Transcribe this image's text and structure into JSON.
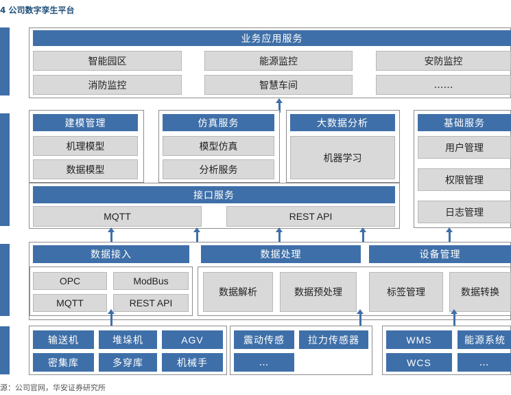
{
  "title": "4 公司数字孪生平台",
  "source": "源：公司官网，华安证券研究所",
  "colors": {
    "header_blue": "#3f6fa8",
    "cell_gray": "#d9d9d9",
    "border": "#8c8c8c"
  },
  "application": {
    "header": "业务应用服务",
    "items": [
      "智能园区",
      "能源监控",
      "安防监控",
      "消防监控",
      "智慧车间",
      "……"
    ]
  },
  "modeling": {
    "header": "建模管理",
    "items": [
      "机理模型",
      "数据模型"
    ]
  },
  "simulation": {
    "header": "仿真服务",
    "items": [
      "模型仿真",
      "分析服务"
    ]
  },
  "bigdata": {
    "header": "大数据分析",
    "items": [
      "机器学习"
    ]
  },
  "basic": {
    "header": "基础服务",
    "items": [
      "用户管理",
      "权限管理",
      "日志管理"
    ]
  },
  "interface": {
    "header": "接口服务",
    "items": [
      "MQTT",
      "REST API"
    ]
  },
  "ingest": {
    "header": "数据接入",
    "items": [
      "OPC",
      "ModBus",
      "MQTT",
      "REST API"
    ]
  },
  "processing": {
    "header": "数据处理",
    "items": [
      "数据解析",
      "数据预处理"
    ]
  },
  "device": {
    "header": "设备管理",
    "items": [
      "标签管理",
      "数据转换"
    ]
  },
  "equipment": {
    "group1": [
      "输送机",
      "堆垛机",
      "AGV",
      "密集库",
      "多穿库",
      "机械手"
    ],
    "group2": [
      "震动传感",
      "拉力传感器",
      "…"
    ],
    "group3": [
      "WMS",
      "能源系统",
      "WCS",
      "…"
    ]
  }
}
